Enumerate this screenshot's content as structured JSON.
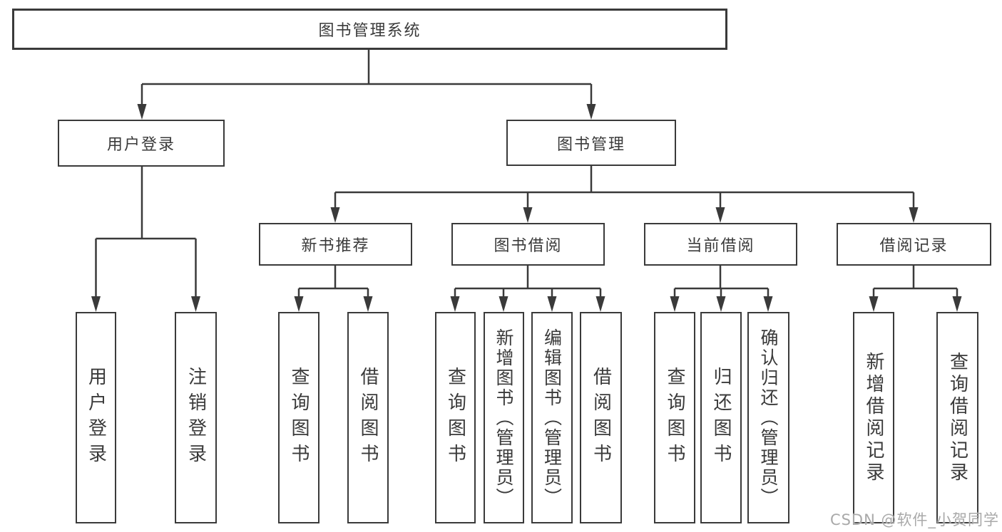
{
  "colors": {
    "line": "#3a3a3a",
    "text": "#3a3a3a",
    "bg": "#ffffff",
    "watermark": "#a9a9a9"
  },
  "watermark": "CSDN @软件_小贺同学",
  "tree": {
    "label": "图书管理系统",
    "children": [
      {
        "label": "用户登录",
        "children": [
          {
            "label": "用户登录"
          },
          {
            "label": "注销登录"
          }
        ]
      },
      {
        "label": "图书管理",
        "children": [
          {
            "label": "新书推荐",
            "children": [
              {
                "label": "查询图书"
              },
              {
                "label": "借阅图书"
              }
            ]
          },
          {
            "label": "图书借阅",
            "children": [
              {
                "label": "查询图书"
              },
              {
                "label": "新增图书（管理员）"
              },
              {
                "label": "编辑图书（管理员）"
              },
              {
                "label": "借阅图书"
              }
            ]
          },
          {
            "label": "当前借阅",
            "children": [
              {
                "label": "查询图书"
              },
              {
                "label": "归还图书"
              },
              {
                "label": "确认归还（管理员）"
              }
            ]
          },
          {
            "label": "借阅记录",
            "children": [
              {
                "label": "新增借阅记录"
              },
              {
                "label": "查询借阅记录"
              }
            ]
          }
        ]
      }
    ]
  }
}
